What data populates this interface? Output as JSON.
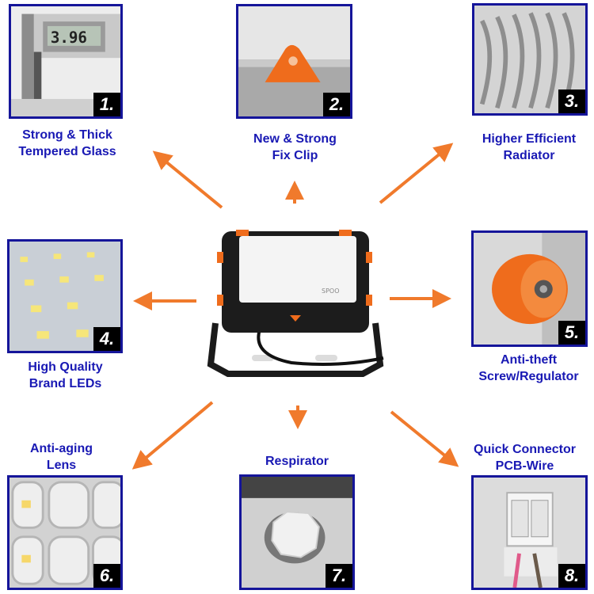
{
  "colors": {
    "frame": "#15159a",
    "caption": "#1919b4",
    "arrow": "#f07a2c",
    "accent_orange": "#ef6c1c",
    "badge_bg": "#000000"
  },
  "features": [
    {
      "number": "1.",
      "line1": "Strong & Thick",
      "line2": "Tempered Glass",
      "reading": "3.96"
    },
    {
      "number": "2.",
      "line1": "New & Strong",
      "line2": "Fix Clip"
    },
    {
      "number": "3.",
      "line1": "Higher Efficient",
      "line2": "Radiator"
    },
    {
      "number": "4.",
      "line1": "High Quality",
      "line2": "Brand LEDs"
    },
    {
      "number": "5.",
      "line1": "Anti-theft",
      "line2": "Screw/Regulator"
    },
    {
      "number": "6.",
      "line1": "Anti-aging",
      "line2": "Lens"
    },
    {
      "number": "7.",
      "line1": "Respirator",
      "line2": ""
    },
    {
      "number": "8.",
      "line1": "Quick Connector",
      "line2": "PCB-Wire"
    }
  ],
  "product": {
    "icon": "led-flood-light-icon",
    "logo": "SPOO"
  }
}
